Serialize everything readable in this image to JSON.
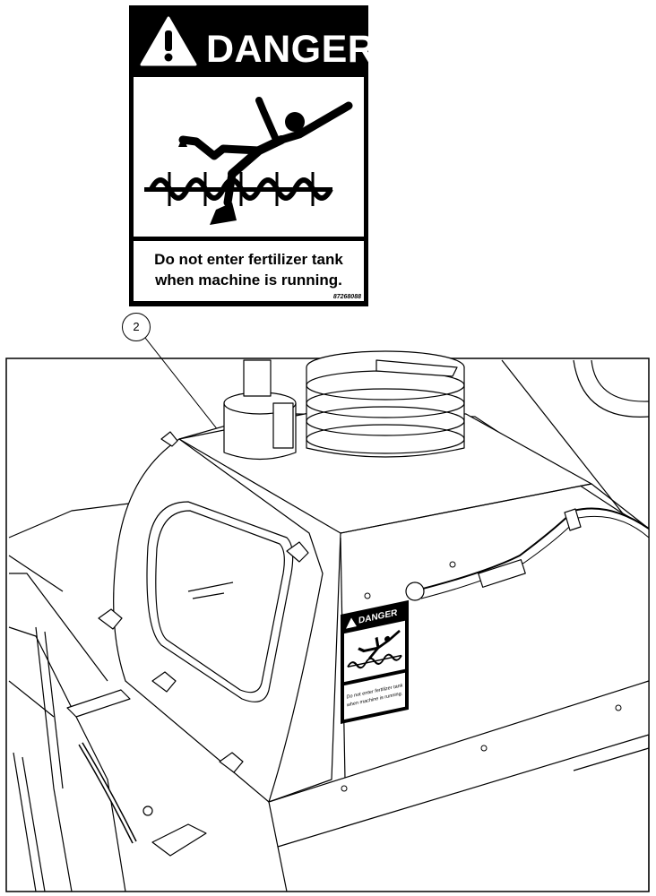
{
  "decal": {
    "header_word": "DANGER",
    "message_line1": "Do not enter fertilizer tank",
    "message_line2": "when machine is running.",
    "part_code": "87268088",
    "icons": [
      "warning-triangle-icon",
      "auger-entanglement-icon"
    ]
  },
  "callout": {
    "number": "2"
  },
  "illustration": {
    "subject": "fertilizer-tank-with-decal",
    "small_decal_header": "DANGER",
    "small_decal_line1": "Do not enter fertilizer tank",
    "small_decal_line2": "when machine is running."
  }
}
